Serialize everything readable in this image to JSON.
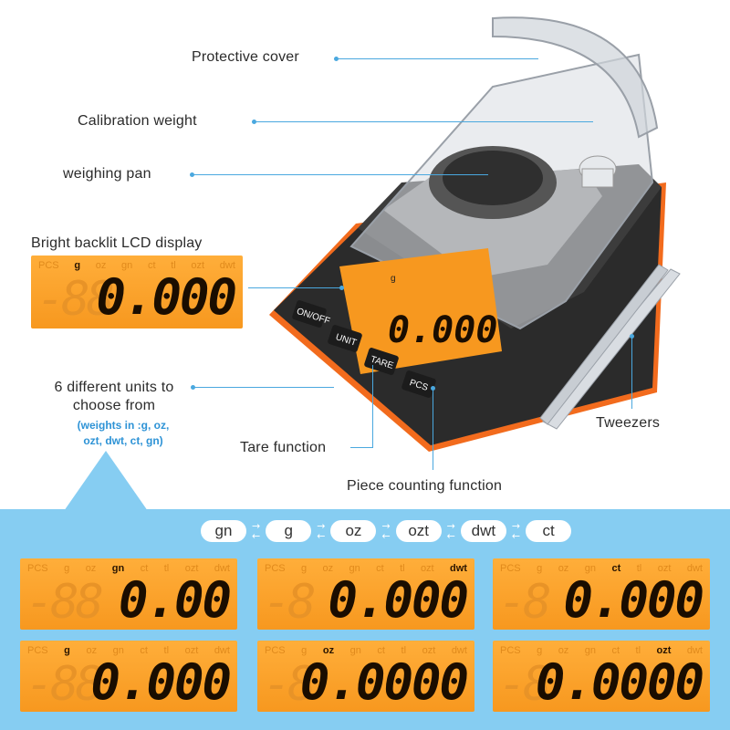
{
  "callouts": {
    "protective_cover": "Protective cover",
    "calibration_weight": "Calibration weight",
    "weighing_pan": "weighing pan",
    "lcd_display": "Bright backlit LCD display",
    "units_line1": "6 different units to",
    "units_line2": "choose from",
    "units_note1": "(weights in :g, oz,",
    "units_note2": "ozt, dwt, ct, gn)",
    "tare": "Tare function",
    "piece_counting": "Piece counting function",
    "tweezers": "Tweezers"
  },
  "scale_buttons": {
    "onoff": "ON/OFF",
    "unit": "UNIT",
    "tare": "TARE",
    "pcs": "PCS"
  },
  "scale_display": {
    "unit": "g",
    "value": "0.000"
  },
  "top_lcd": {
    "units": [
      "PCS",
      "g",
      "oz",
      "gn",
      "ct",
      "tl",
      "ozt",
      "dwt"
    ],
    "active": "g",
    "ghost": "-88",
    "value": "0.000"
  },
  "unit_cycle": [
    "gn",
    "g",
    "oz",
    "ozt",
    "dwt",
    "ct"
  ],
  "colors": {
    "accent": "#4aa8df",
    "lcd": "#f7981f",
    "panel": "#86cdf2",
    "scale_trim": "#f26b1d"
  },
  "lcd_panels": [
    {
      "units": [
        "PCS",
        "g",
        "oz",
        "gn",
        "ct",
        "tl",
        "ozt",
        "dwt"
      ],
      "active": "gn",
      "ghost": "-88",
      "value": "0.00"
    },
    {
      "units": [
        "PCS",
        "g",
        "oz",
        "gn",
        "ct",
        "tl",
        "ozt",
        "dwt"
      ],
      "active": "dwt",
      "ghost": "-8",
      "value": "0.000"
    },
    {
      "units": [
        "PCS",
        "g",
        "oz",
        "gn",
        "ct",
        "tl",
        "ozt",
        "dwt"
      ],
      "active": "ct",
      "ghost": "-8",
      "value": "0.000"
    },
    {
      "units": [
        "PCS",
        "g",
        "oz",
        "gn",
        "ct",
        "tl",
        "ozt",
        "dwt"
      ],
      "active": "g",
      "ghost": "-88",
      "value": "0.000"
    },
    {
      "units": [
        "PCS",
        "g",
        "oz",
        "gn",
        "ct",
        "tl",
        "ozt",
        "dwt"
      ],
      "active": "oz",
      "ghost": "-8",
      "value": "0.0000"
    },
    {
      "units": [
        "PCS",
        "g",
        "oz",
        "gn",
        "ct",
        "tl",
        "ozt",
        "dwt"
      ],
      "active": "ozt",
      "ghost": "-8",
      "value": "0.0000"
    }
  ]
}
